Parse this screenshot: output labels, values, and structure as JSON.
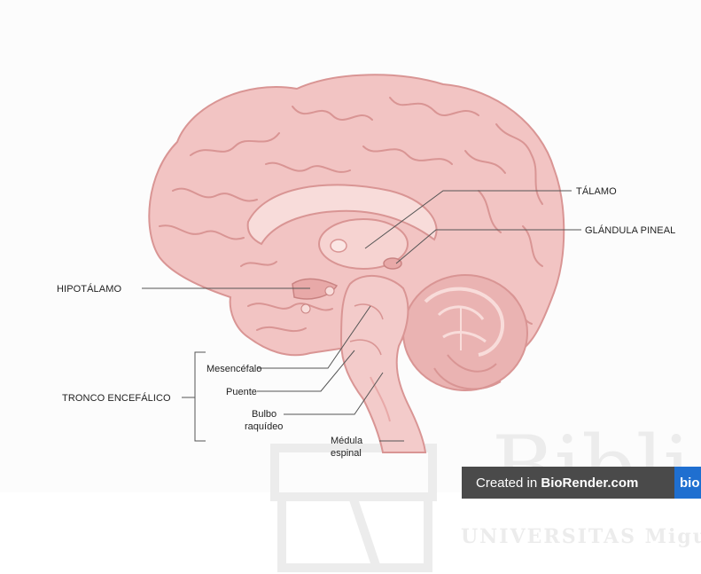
{
  "labels": {
    "talamo": "TÁLAMO",
    "glandula_pineal": "GLÁNDULA PINEAL",
    "hipotalamo": "HIPOTÁLAMO",
    "tronco": "TRONCO ENCEFÁLICO",
    "mesencefalo": "Mesencéfalo",
    "puente": "Puente",
    "bulbo_line1": "Bulbo",
    "bulbo_line2": "raquídeo",
    "medula_line1": "Médula",
    "medula_line2": "espinal"
  },
  "credit": {
    "prefix": "Created in ",
    "brand": "BioRender.com",
    "logo": "bio"
  },
  "watermark": {
    "word": "Bibli",
    "subtitle": "UNIVERSITAS Migu"
  },
  "colors": {
    "brain_fill": "#f2c4c3",
    "brain_shade": "#e8a9a8",
    "brain_light": "#f8dcda",
    "outline": "#d99594",
    "leader": "#555555",
    "watermark": "#ebebeb",
    "badge": "#4a4a4a",
    "badge_logo": "#1f6fd0"
  }
}
